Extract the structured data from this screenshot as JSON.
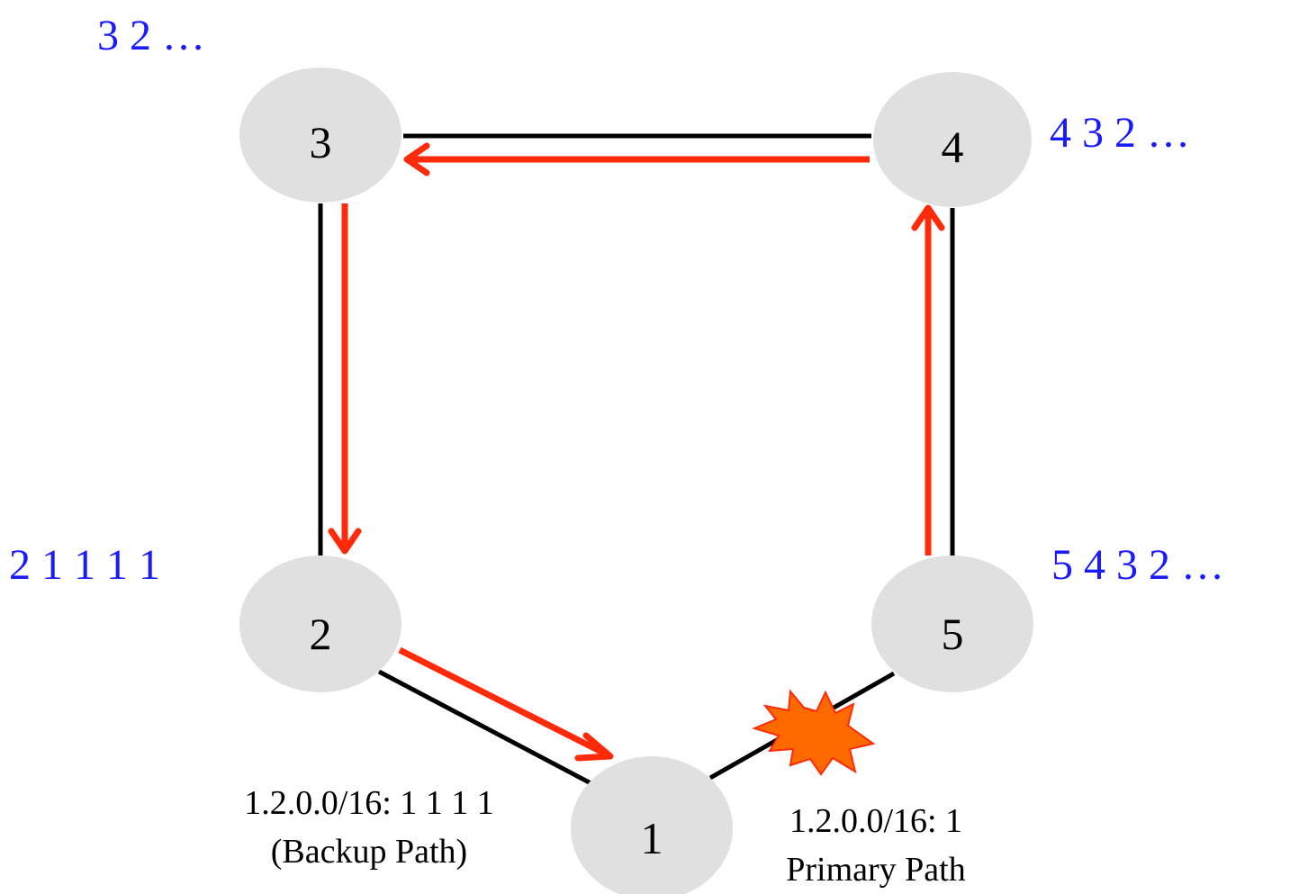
{
  "colors": {
    "node_fill": "#e0e0e0",
    "link": "#000000",
    "arrow": "#ff2a0a",
    "as_path_text": "#1a1aff",
    "failure_fill": "#ff6a00",
    "failure_stroke": "#ff2a0a"
  },
  "nodes": {
    "n1": {
      "label": "1"
    },
    "n2": {
      "label": "2"
    },
    "n3": {
      "label": "3"
    },
    "n4": {
      "label": "4"
    },
    "n5": {
      "label": "5"
    }
  },
  "as_paths": {
    "n3": "3 2 …",
    "n4": "4 3 2 …",
    "n2": "2 1 1 1 1",
    "n5": "5 4 3 2 …"
  },
  "routes": {
    "backup": {
      "prefix_line": "1.2.0.0/16: 1 1 1 1",
      "caption": "(Backup Path)"
    },
    "primary": {
      "prefix_line": "1.2.0.0/16: 1",
      "caption": "Primary Path"
    }
  },
  "failure_icon": "explosion-burst-icon"
}
